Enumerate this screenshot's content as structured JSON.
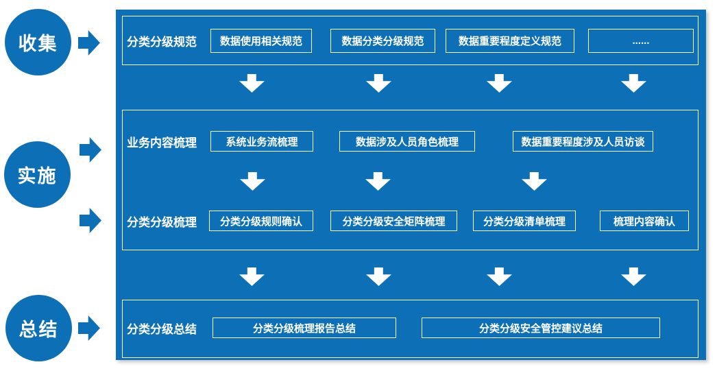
{
  "stages": [
    {
      "label": "收集"
    },
    {
      "label": "实施"
    },
    {
      "label": "总结"
    }
  ],
  "sections": {
    "s1": {
      "label": "分类分级规范",
      "boxes": [
        "数据使用相关规范",
        "数据分类分级规范",
        "数据重要程度定义规范",
        "......"
      ]
    },
    "s2a": {
      "label": "业务内容梳理",
      "boxes": [
        "系统业务流梳理",
        "数据涉及人员角色梳理",
        "数据重要程度涉及人员访谈"
      ]
    },
    "s2b": {
      "label": "分类分级梳理",
      "boxes": [
        "分类分级规则确认",
        "分类分级安全矩阵梳理",
        "分类分级清单梳理",
        "梳理内容确认"
      ]
    },
    "s3": {
      "label": "分类分级总结",
      "boxes": [
        "分类分级梳理报告总结",
        "分类分级安全管控建议总结"
      ]
    }
  },
  "colors": {
    "primary_blue": "#0d70b7",
    "text_white": "#ffffff"
  }
}
